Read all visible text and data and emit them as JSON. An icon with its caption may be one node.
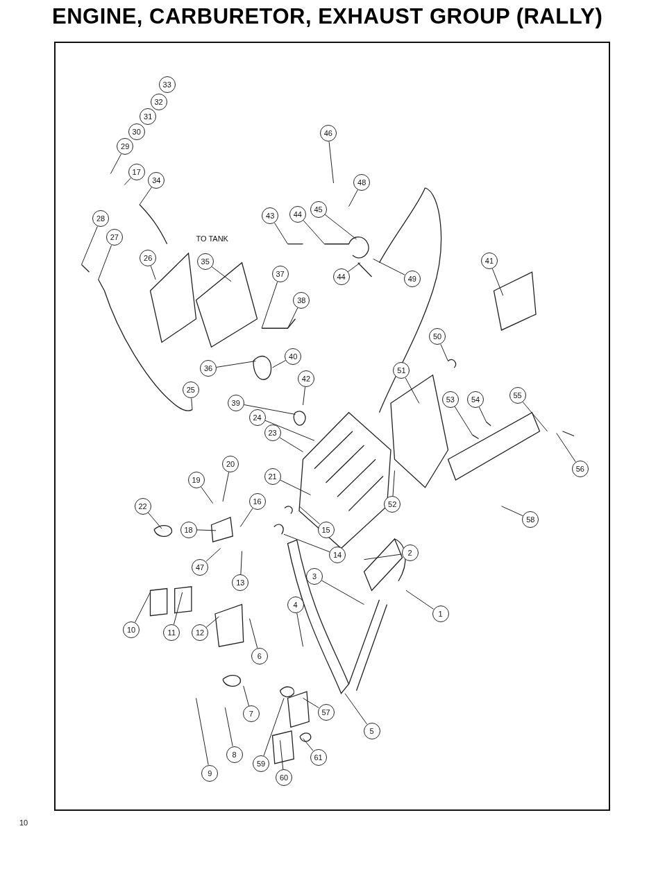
{
  "diagram": {
    "title": "ENGINE, CARBURETOR, EXHAUST GROUP (RALLY)",
    "nodes": [
      {
        "text": [
          "1"
        ]
      },
      {
        "text": [
          "2"
        ]
      },
      {
        "text": [
          "3"
        ]
      },
      {
        "text": [
          "4"
        ]
      },
      {
        "text": [
          "5"
        ]
      },
      {
        "text": [
          "6"
        ]
      },
      {
        "text": [
          "7"
        ]
      },
      {
        "text": [
          "8"
        ]
      },
      {
        "text": [
          "9"
        ]
      },
      {
        "text": [
          "10"
        ]
      },
      {
        "text": [
          "11"
        ]
      },
      {
        "text": [
          "12"
        ]
      },
      {
        "text": [
          "13"
        ]
      },
      {
        "text": [
          "14"
        ]
      },
      {
        "text": [
          "15"
        ]
      },
      {
        "text": [
          "16"
        ]
      },
      {
        "text": [
          "17"
        ]
      },
      {
        "text": [
          "18"
        ]
      },
      {
        "text": [
          "19"
        ]
      },
      {
        "text": [
          "20"
        ]
      },
      {
        "text": [
          "21"
        ]
      },
      {
        "text": [
          "22"
        ]
      },
      {
        "text": [
          "23"
        ]
      },
      {
        "text": [
          "24"
        ]
      },
      {
        "text": [
          "25"
        ]
      },
      {
        "text": [
          "26"
        ]
      },
      {
        "text": [
          "27"
        ]
      },
      {
        "text": [
          "28"
        ]
      },
      {
        "text": [
          "29"
        ]
      },
      {
        "text": [
          "34"
        ]
      },
      {
        "text": [
          "35"
        ]
      },
      {
        "text": [
          "36"
        ]
      },
      {
        "text": [
          "37"
        ]
      },
      {
        "text": [
          "38"
        ]
      },
      {
        "text": [
          "39"
        ]
      },
      {
        "text": [
          "40"
        ]
      },
      {
        "text": [
          "41"
        ]
      },
      {
        "text": [
          "42"
        ]
      },
      {
        "text": [
          "43"
        ]
      },
      {
        "text": [
          "44"
        ]
      },
      {
        "text": [
          "44"
        ]
      },
      {
        "text": [
          "45"
        ]
      },
      {
        "text": [
          "46"
        ]
      },
      {
        "text": [
          "47"
        ]
      },
      {
        "text": [
          "48"
        ]
      },
      {
        "text": [
          "49"
        ]
      },
      {
        "text": [
          "50"
        ]
      },
      {
        "text": [
          "51"
        ]
      },
      {
        "text": [
          "52"
        ]
      },
      {
        "text": [
          "53"
        ]
      },
      {
        "text": [
          "54"
        ]
      },
      {
        "text": [
          "55"
        ]
      },
      {
        "text": [
          "56"
        ]
      },
      {
        "text": [
          "57"
        ]
      },
      {
        "text": [
          "58"
        ]
      },
      {
        "text": [
          "59"
        ]
      },
      {
        "text": [
          "60"
        ]
      },
      {
        "text": [
          "61"
        ]
      }
    ],
    "edges": [
      {
        "from": 0,
        "to": null,
        "arrow": "none"
      },
      {
        "from": 1,
        "to": null,
        "arrow": "none"
      },
      {
        "from": 2,
        "to": null,
        "arrow": "none"
      },
      {
        "from": 3,
        "to": null,
        "arrow": "none"
      },
      {
        "from": 4,
        "to": null,
        "arrow": "none"
      },
      {
        "from": 5,
        "to": null,
        "arrow": "none"
      },
      {
        "from": 6,
        "to": null,
        "arrow": "none"
      },
      {
        "from": 7,
        "to": null,
        "arrow": "none"
      },
      {
        "from": 8,
        "to": null,
        "arrow": "none"
      },
      {
        "from": 9,
        "to": null,
        "arrow": "none"
      },
      {
        "from": 10,
        "to": null,
        "arrow": "none"
      },
      {
        "from": 11,
        "to": null,
        "arrow": "none"
      },
      {
        "from": 12,
        "to": null,
        "arrow": "none"
      },
      {
        "from": 13,
        "to": null,
        "arrow": "none"
      },
      {
        "from": 14,
        "to": null,
        "arrow": "none"
      },
      {
        "from": 15,
        "to": null,
        "arrow": "none"
      },
      {
        "from": 16,
        "to": null,
        "arrow": "none"
      },
      {
        "from": 17,
        "to": null,
        "arrow": "none"
      },
      {
        "from": 18,
        "to": null,
        "arrow": "none"
      },
      {
        "from": 19,
        "to": null,
        "arrow": "none"
      },
      {
        "from": 20,
        "to": null,
        "arrow": "none"
      },
      {
        "from": 21,
        "to": null,
        "arrow": "none"
      },
      {
        "from": 22,
        "to": null,
        "arrow": "none"
      },
      {
        "from": 23,
        "to": null,
        "arrow": "none"
      },
      {
        "from": 24,
        "to": null,
        "arrow": "none"
      },
      {
        "from": 25,
        "to": null,
        "arrow": "none"
      },
      {
        "from": 26,
        "to": null,
        "arrow": "none"
      },
      {
        "from": 27,
        "to": null,
        "arrow": "none"
      },
      {
        "from": 28,
        "to": null,
        "arrow": "none"
      },
      {
        "from": 29,
        "to": null,
        "arrow": "none"
      },
      {
        "from": 30,
        "to": null,
        "arrow": "none"
      },
      {
        "from": 31,
        "to": null,
        "arrow": "none"
      },
      {
        "from": 32,
        "to": null,
        "arrow": "none"
      },
      {
        "from": 33,
        "to": null,
        "arrow": "none"
      },
      {
        "from": 34,
        "to": null,
        "arrow": "none"
      },
      {
        "from": 35,
        "to": null,
        "arrow": "none"
      },
      {
        "from": 36,
        "to": null,
        "arrow": "none"
      },
      {
        "from": 37,
        "to": null,
        "arrow": "none"
      },
      {
        "from": 38,
        "to": null,
        "arrow": "none"
      },
      {
        "from": 39,
        "to": null,
        "arrow": "none"
      },
      {
        "from": 40,
        "to": null,
        "arrow": "none"
      },
      {
        "from": 41,
        "to": null,
        "arrow": "none"
      },
      {
        "from": 42,
        "to": null,
        "arrow": "none"
      },
      {
        "from": 43,
        "to": null,
        "arrow": "none"
      },
      {
        "from": 44,
        "to": null,
        "arrow": "none"
      },
      {
        "from": 45,
        "to": null,
        "arrow": "none"
      },
      {
        "from": 46,
        "to": null,
        "arrow": "none"
      },
      {
        "from": 47,
        "to": null,
        "arrow": "none"
      },
      {
        "from": 48,
        "to": null,
        "arrow": "none"
      },
      {
        "from": 49,
        "to": null,
        "arrow": "none"
      },
      {
        "from": 50,
        "to": null,
        "arrow": "none"
      },
      {
        "from": 51,
        "to": null,
        "arrow": "none"
      },
      {
        "from": 52,
        "to": null,
        "arrow": "none"
      },
      {
        "from": 53,
        "to": null,
        "arrow": "none"
      },
      {
        "from": 54,
        "to": null,
        "arrow": "none"
      },
      {
        "from": 55,
        "to": null,
        "arrow": "none"
      },
      {
        "from": 56,
        "to": null,
        "arrow": "none"
      },
      {
        "from": 57,
        "to": null,
        "arrow": "none"
      }
    ],
    "labels": [
      "30",
      "31",
      "32",
      "33",
      "TO TANK",
      "10"
    ]
  }
}
